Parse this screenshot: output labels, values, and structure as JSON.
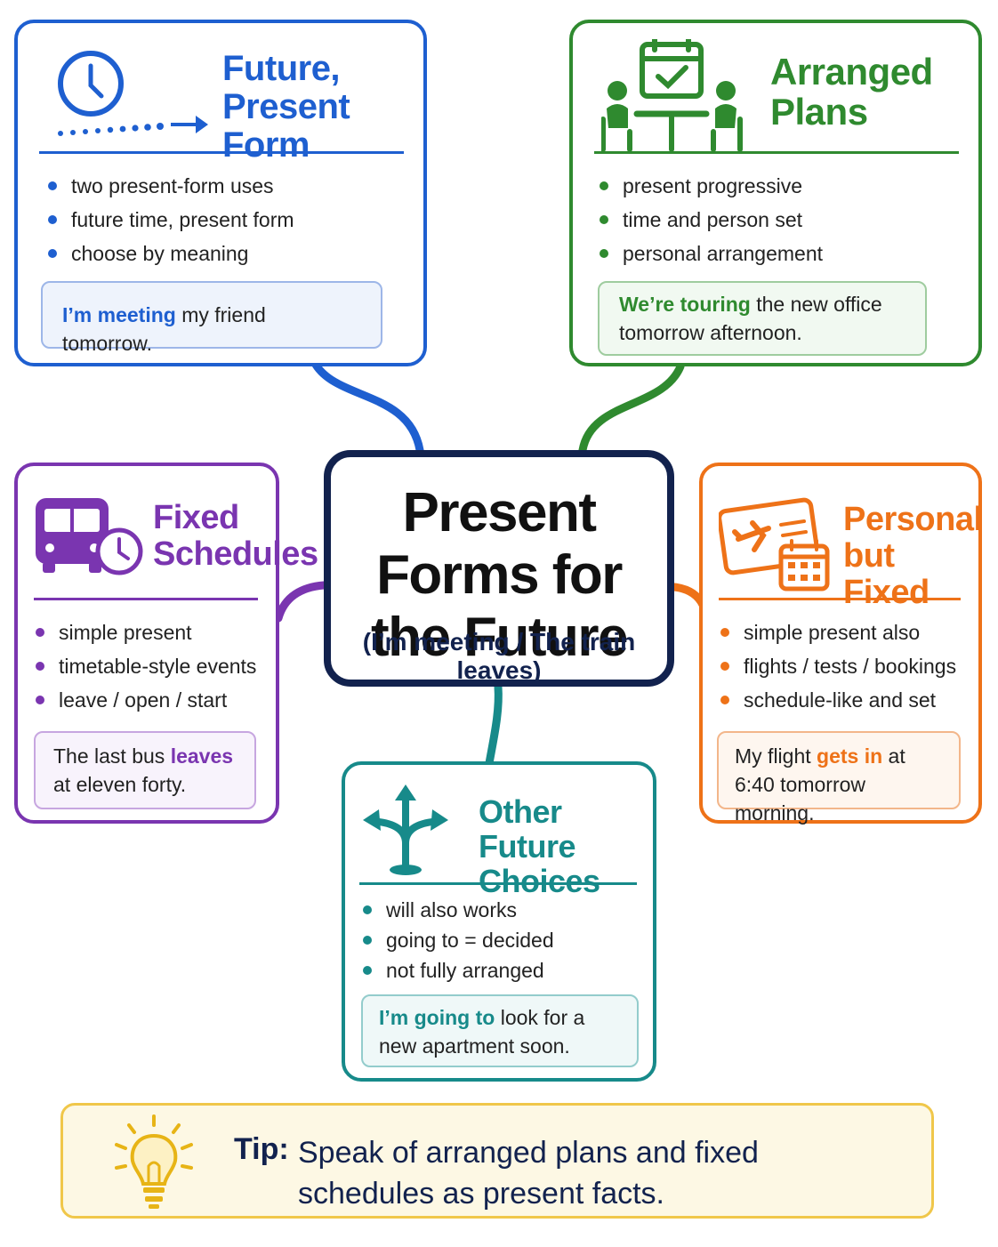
{
  "center": {
    "title": "Present Forms for the Future",
    "subtitle": "(I’m meeting / The train leaves)"
  },
  "cards": {
    "future_present": {
      "title": "Future, Present Form",
      "icon": "clock-arrow-icon",
      "color": "#1e5fd0",
      "bullets": [
        "two present-form uses",
        "future time, present form",
        "choose by meaning"
      ],
      "example": {
        "highlight": "I’m meeting",
        "rest": " my friend tomorrow."
      }
    },
    "arranged_plans": {
      "title": "Arranged Plans",
      "icon": "meeting-calendar-icon",
      "color": "#2f8a2f",
      "bullets": [
        "present progressive",
        "time and person set",
        "personal arrangement"
      ],
      "example": {
        "highlight": "We’re touring",
        "rest": " the new office tomorrow afternoon."
      }
    },
    "fixed_schedules": {
      "title": "Fixed Schedules",
      "icon": "bus-clock-icon",
      "color": "#7a35b0",
      "bullets": [
        "simple present",
        "timetable-style events",
        "leave / open / start"
      ],
      "example": {
        "before": "The last bus ",
        "highlight": "leaves",
        "after": " at eleven forty."
      }
    },
    "personal_fixed": {
      "title": "Personal but Fixed",
      "icon": "ticket-calendar-icon",
      "color": "#ee7218",
      "bullets": [
        "simple present also",
        "flights / tests / bookings",
        "schedule-like and set"
      ],
      "example": {
        "before": "My flight ",
        "highlight": "gets in",
        "after": " at 6:40 tomorrow morning."
      }
    },
    "other_choices": {
      "title": "Other Future Choices",
      "icon": "branching-arrows-icon",
      "color": "#178a8a",
      "bullets": [
        "will also works",
        "going to = decided",
        "not fully arranged"
      ],
      "example": {
        "highlight": "I’m going to",
        "rest": " look for a new apartment soon."
      }
    }
  },
  "tip": {
    "icon": "lightbulb-icon",
    "label": "Tip:",
    "text": "Speak of arranged plans and fixed schedules as present facts."
  }
}
